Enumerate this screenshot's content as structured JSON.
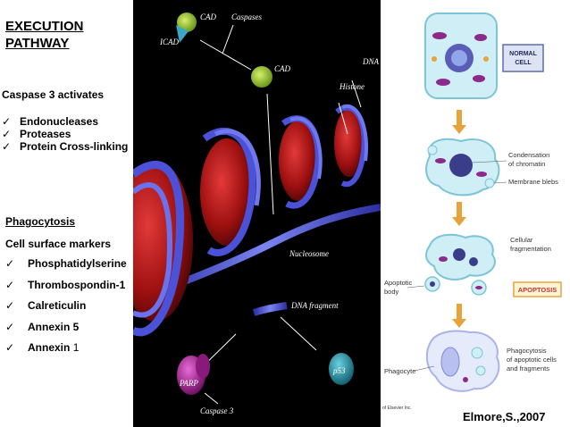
{
  "slide": {
    "title_line1": "EXECUTION",
    "title_line2": "PATHWAY",
    "caspase_heading": "Caspase 3 activates",
    "caspase_targets": [
      "Endonucleases",
      "Proteases",
      "Protein Cross-linking"
    ],
    "phago_heading": "Phagocytosis",
    "markers_heading": "Cell surface markers",
    "markers": [
      "Phosphatidylserine",
      "Thrombospondin-1",
      "Calreticulin",
      "Annexin 5",
      "Annexin"
    ],
    "annexin_suffix": "1",
    "citation": "Elmore,S.,2007"
  },
  "figure_left": {
    "labels": {
      "cad_top": "CAD",
      "icad": "ICAD",
      "caspases": "Caspases",
      "cad_mid": "CAD",
      "dna": "DNA",
      "histone": "Histone",
      "nucleosome": "Nucleosome",
      "dna_fragment": "DNA fragment",
      "parp": "PARP",
      "caspase3": "Caspase 3",
      "p53": "p53"
    }
  },
  "figure_right": {
    "labels": {
      "normal_cell": [
        "NORMAL",
        "CELL"
      ],
      "condensation": [
        "Condensation",
        "of chromatin"
      ],
      "membrane_blebs": "Membrane blebs",
      "fragmentation": [
        "Cellular",
        "fragmentation"
      ],
      "apoptotic_body": [
        "Apoptotic",
        "body"
      ],
      "apoptosis": "APOPTOSIS",
      "phagocyte": "Phagocyte",
      "phagocytosis": [
        "Phagocytosis",
        "of apoptotic cells",
        "and fragments"
      ],
      "publisher": "of Elsevier Inc."
    }
  },
  "colors": {
    "cell_fill": "#cfeef5",
    "cell_stroke": "#7cc4d8",
    "arrow": "#e8a23a",
    "box_stroke": "#5b6fa8",
    "apoptosis_text": "#c0392b"
  }
}
